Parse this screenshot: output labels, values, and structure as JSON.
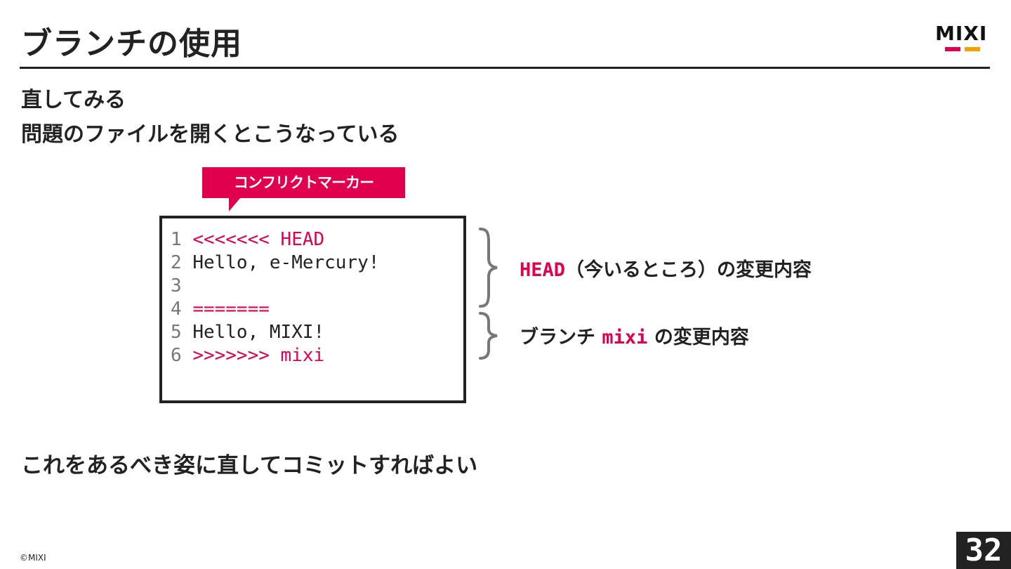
{
  "slide": {
    "title": "ブランチの使用",
    "subtitle_1": "直してみる",
    "subtitle_2": "問題のファイルを開くとこうなっている",
    "bottom_text": "これをあるべき姿に直してコミットすればよい",
    "copyright": "©MIXI",
    "page_number": "32"
  },
  "logo": {
    "text": "MIXI",
    "bar_colors": [
      "#e0004d",
      "#f5a200"
    ]
  },
  "callout": {
    "label": "コンフリクトマーカー",
    "color": "#e0004d"
  },
  "code": {
    "lines": [
      {
        "num": "1",
        "text": "<<<<<<< HEAD",
        "highlight": true
      },
      {
        "num": "2",
        "text": "Hello, e-Mercury!",
        "highlight": false
      },
      {
        "num": "3",
        "text": "",
        "highlight": false
      },
      {
        "num": "4",
        "text": "=======",
        "highlight": true
      },
      {
        "num": "5",
        "text": "Hello, MIXI!",
        "highlight": false
      },
      {
        "num": "6",
        "text": ">>>>>>> mixi",
        "highlight": true
      }
    ],
    "highlight_color": "#e0004d"
  },
  "annotations": {
    "head": {
      "keyword": "HEAD",
      "rest": "（今いるところ）の変更内容"
    },
    "branch": {
      "prefix": "ブランチ ",
      "keyword": "mixi",
      "rest": " の変更内容"
    }
  },
  "colors": {
    "accent": "#e0004d",
    "text": "#222222",
    "brace": "#777777"
  }
}
